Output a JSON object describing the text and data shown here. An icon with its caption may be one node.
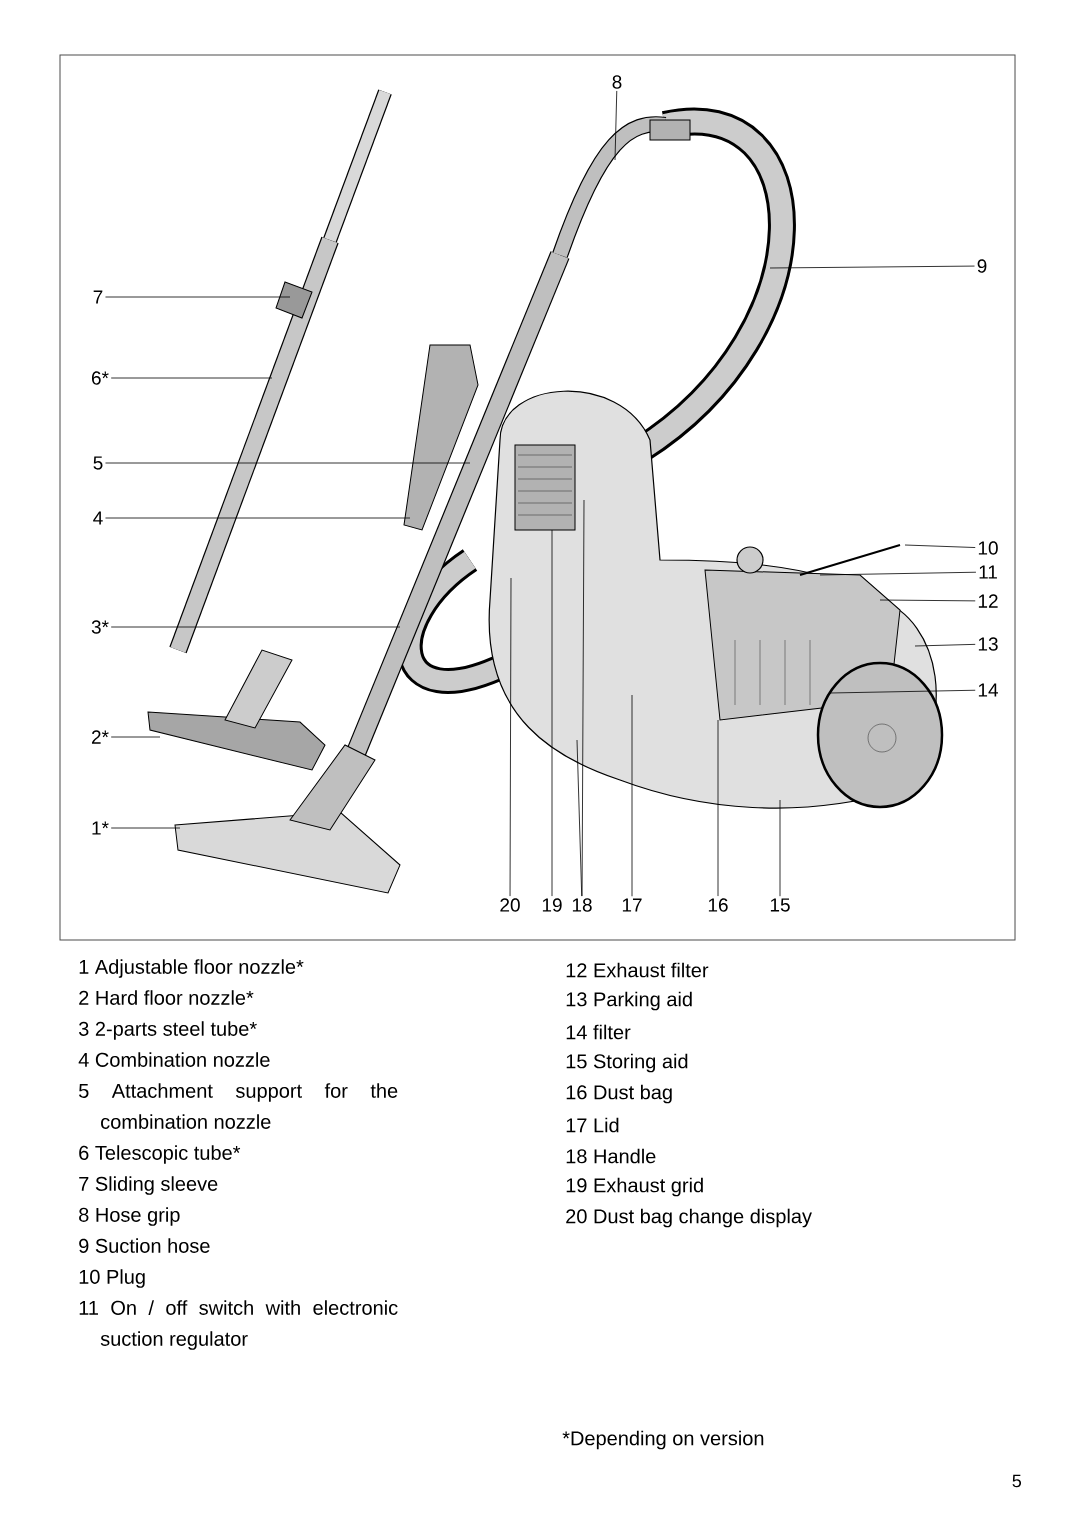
{
  "diagram": {
    "nodes": [
      {
        "text": [
          "8"
        ]
      },
      {
        "text": [
          "9"
        ]
      },
      {
        "text": [
          "7"
        ]
      },
      {
        "text": [
          "6*"
        ]
      },
      {
        "text": [
          "5"
        ]
      },
      {
        "text": [
          "4"
        ]
      },
      {
        "text": [
          "10"
        ]
      },
      {
        "text": [
          "11"
        ]
      },
      {
        "text": [
          "12"
        ]
      },
      {
        "text": [
          "3*"
        ]
      },
      {
        "text": [
          "13"
        ]
      },
      {
        "text": [
          "14"
        ]
      },
      {
        "text": [
          "2*"
        ]
      },
      {
        "text": [
          "1*"
        ]
      },
      {
        "text": [
          "20"
        ]
      },
      {
        "text": [
          "19"
        ]
      },
      {
        "text": [
          "18"
        ]
      },
      {
        "text": [
          "17"
        ]
      },
      {
        "text": [
          "16"
        ]
      },
      {
        "text": [
          "15"
        ]
      }
    ],
    "edges": [
      {
        "from": 0,
        "to": null,
        "arrow": "none"
      },
      {
        "from": 1,
        "to": null,
        "arrow": "none"
      },
      {
        "from": 2,
        "to": null,
        "arrow": "none"
      },
      {
        "from": 3,
        "to": null,
        "arrow": "none"
      },
      {
        "from": 4,
        "to": null,
        "arrow": "none"
      },
      {
        "from": 5,
        "to": null,
        "arrow": "none"
      },
      {
        "from": 6,
        "to": null,
        "arrow": "none"
      },
      {
        "from": 7,
        "to": null,
        "arrow": "none"
      },
      {
        "from": 8,
        "to": null,
        "arrow": "none"
      },
      {
        "from": 9,
        "to": null,
        "arrow": "none"
      },
      {
        "from": 10,
        "to": null,
        "arrow": "none"
      },
      {
        "from": 11,
        "to": null,
        "arrow": "none"
      },
      {
        "from": 12,
        "to": null,
        "arrow": "none"
      },
      {
        "from": 13,
        "to": null,
        "arrow": "none"
      },
      {
        "from": 14,
        "to": null,
        "arrow": "none"
      },
      {
        "from": 15,
        "to": null,
        "arrow": "none"
      },
      {
        "from": 16,
        "to": null,
        "arrow": "none"
      },
      {
        "from": 16,
        "to": null,
        "arrow": "none"
      },
      {
        "from": 17,
        "to": null,
        "arrow": "none"
      },
      {
        "from": 18,
        "to": null,
        "arrow": "none"
      },
      {
        "from": 19,
        "to": null,
        "arrow": "none"
      }
    ],
    "labels": [
      "1 Adjustable floor nozzle*",
      "2 Hard floor nozzle*",
      "3 2-parts steel tube*",
      "4 Combination nozzle",
      "5 Attachment support for the combination nozzle",
      "6 Telescopic tube*",
      "7 Sliding sleeve",
      "8 Hose grip",
      "9 Suction hose",
      "10 Plug",
      "11 On / off switch with electronic suction regulator",
      "12 Exhaust filter",
      "13 Parking aid",
      "14 filter",
      "15 Storing aid",
      "16 Dust bag",
      "17 Lid",
      "18 Handle",
      "19 Exhaust grid",
      "20 Dust bag change display",
      "*Depending on version",
      "5"
    ]
  }
}
